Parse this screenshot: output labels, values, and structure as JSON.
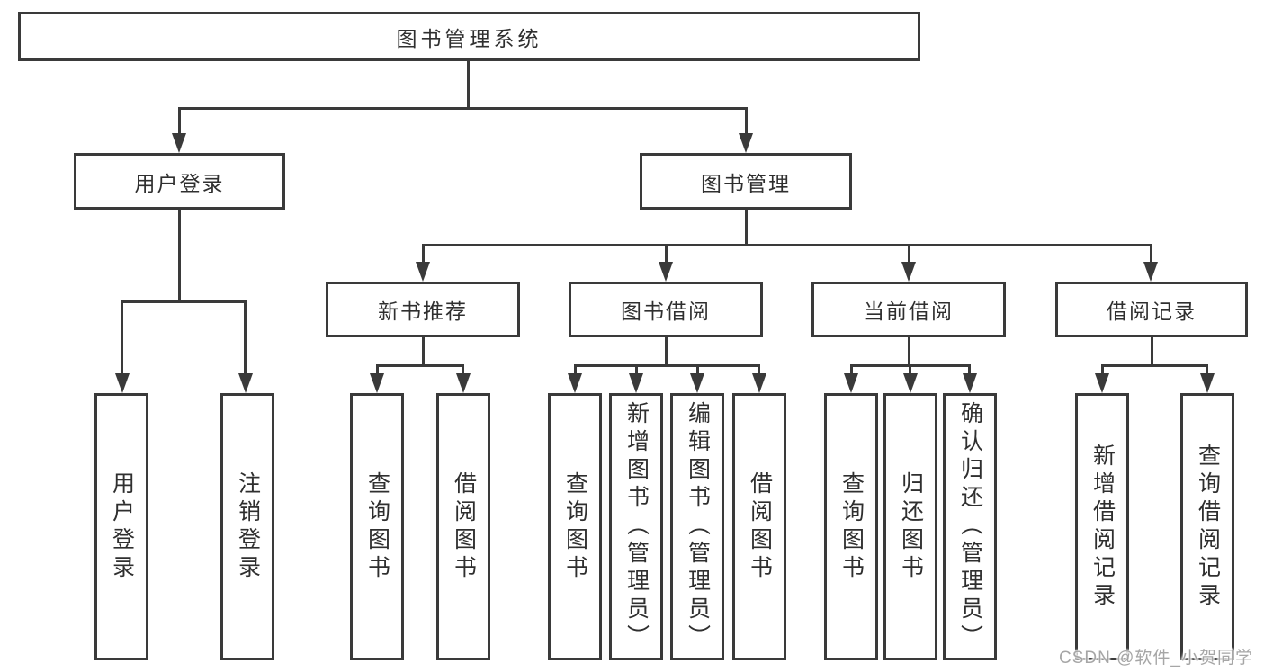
{
  "diagram": {
    "watermark": "CSDN @软件_小贺同学",
    "colors": {
      "line": "#3a3a3a",
      "text": "#2f2f2f",
      "background": "#ffffff",
      "watermark_text": "#a6a6a6"
    },
    "root": {
      "label": "图书管理系统"
    },
    "level2": [
      {
        "label": "用户登录",
        "children": [
          "用户登录",
          "注销登录"
        ]
      },
      {
        "label": "图书管理"
      }
    ],
    "level3": [
      {
        "label": "新书推荐",
        "children": [
          "查询图书",
          "借阅图书"
        ]
      },
      {
        "label": "图书借阅",
        "children": [
          "查询图书",
          "新增图书（管理员）",
          "编辑图书（管理员）",
          "借阅图书"
        ]
      },
      {
        "label": "当前借阅",
        "children": [
          "查询图书",
          "归还图书",
          "确认归还（管理员）"
        ]
      },
      {
        "label": "借阅记录",
        "children": [
          "新增借阅记录",
          "查询借阅记录"
        ]
      }
    ]
  }
}
